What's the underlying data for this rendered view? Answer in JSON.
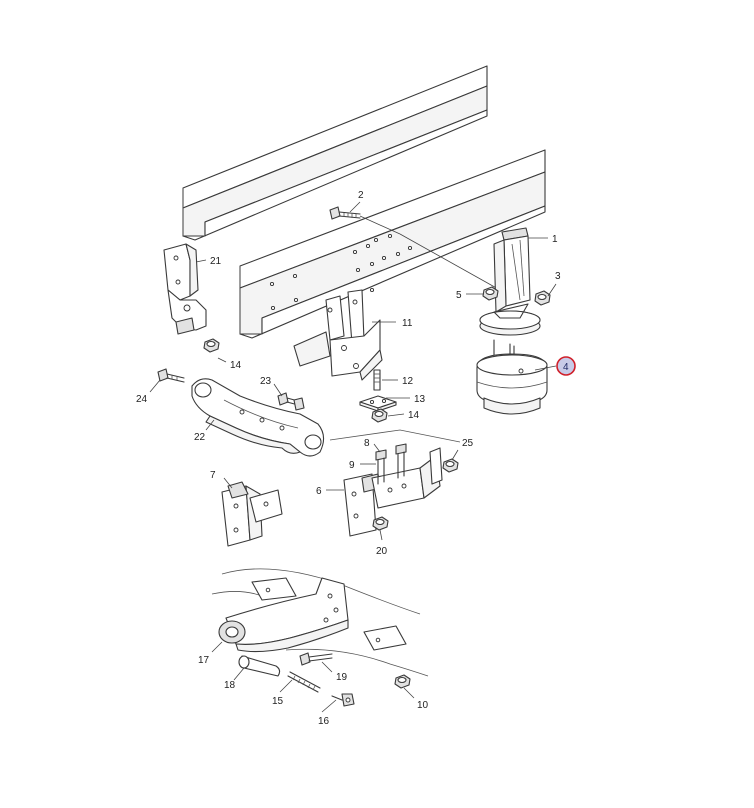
{
  "diagram": {
    "callouts": [
      {
        "id": "c1",
        "label": "1"
      },
      {
        "id": "c2",
        "label": "2"
      },
      {
        "id": "c3",
        "label": "3"
      },
      {
        "id": "c4",
        "label": "4",
        "highlighted": true
      },
      {
        "id": "c5",
        "label": "5"
      },
      {
        "id": "c6",
        "label": "6"
      },
      {
        "id": "c7",
        "label": "7"
      },
      {
        "id": "c8",
        "label": "8"
      },
      {
        "id": "c9",
        "label": "9"
      },
      {
        "id": "c10",
        "label": "10"
      },
      {
        "id": "c11",
        "label": "11"
      },
      {
        "id": "c12",
        "label": "12"
      },
      {
        "id": "c13",
        "label": "13"
      },
      {
        "id": "c14a",
        "label": "14"
      },
      {
        "id": "c14b",
        "label": "14"
      },
      {
        "id": "c15",
        "label": "15"
      },
      {
        "id": "c16",
        "label": "16"
      },
      {
        "id": "c17",
        "label": "17"
      },
      {
        "id": "c18",
        "label": "18"
      },
      {
        "id": "c19",
        "label": "19"
      },
      {
        "id": "c20",
        "label": "20"
      },
      {
        "id": "c21",
        "label": "21"
      },
      {
        "id": "c22",
        "label": "22"
      },
      {
        "id": "c23",
        "label": "23"
      },
      {
        "id": "c24",
        "label": "24"
      },
      {
        "id": "c25",
        "label": "25"
      }
    ],
    "colors": {
      "line": "#3a3a3a",
      "highlight_ring": "#d0202a",
      "highlight_fill": "#c8cbe8"
    }
  }
}
